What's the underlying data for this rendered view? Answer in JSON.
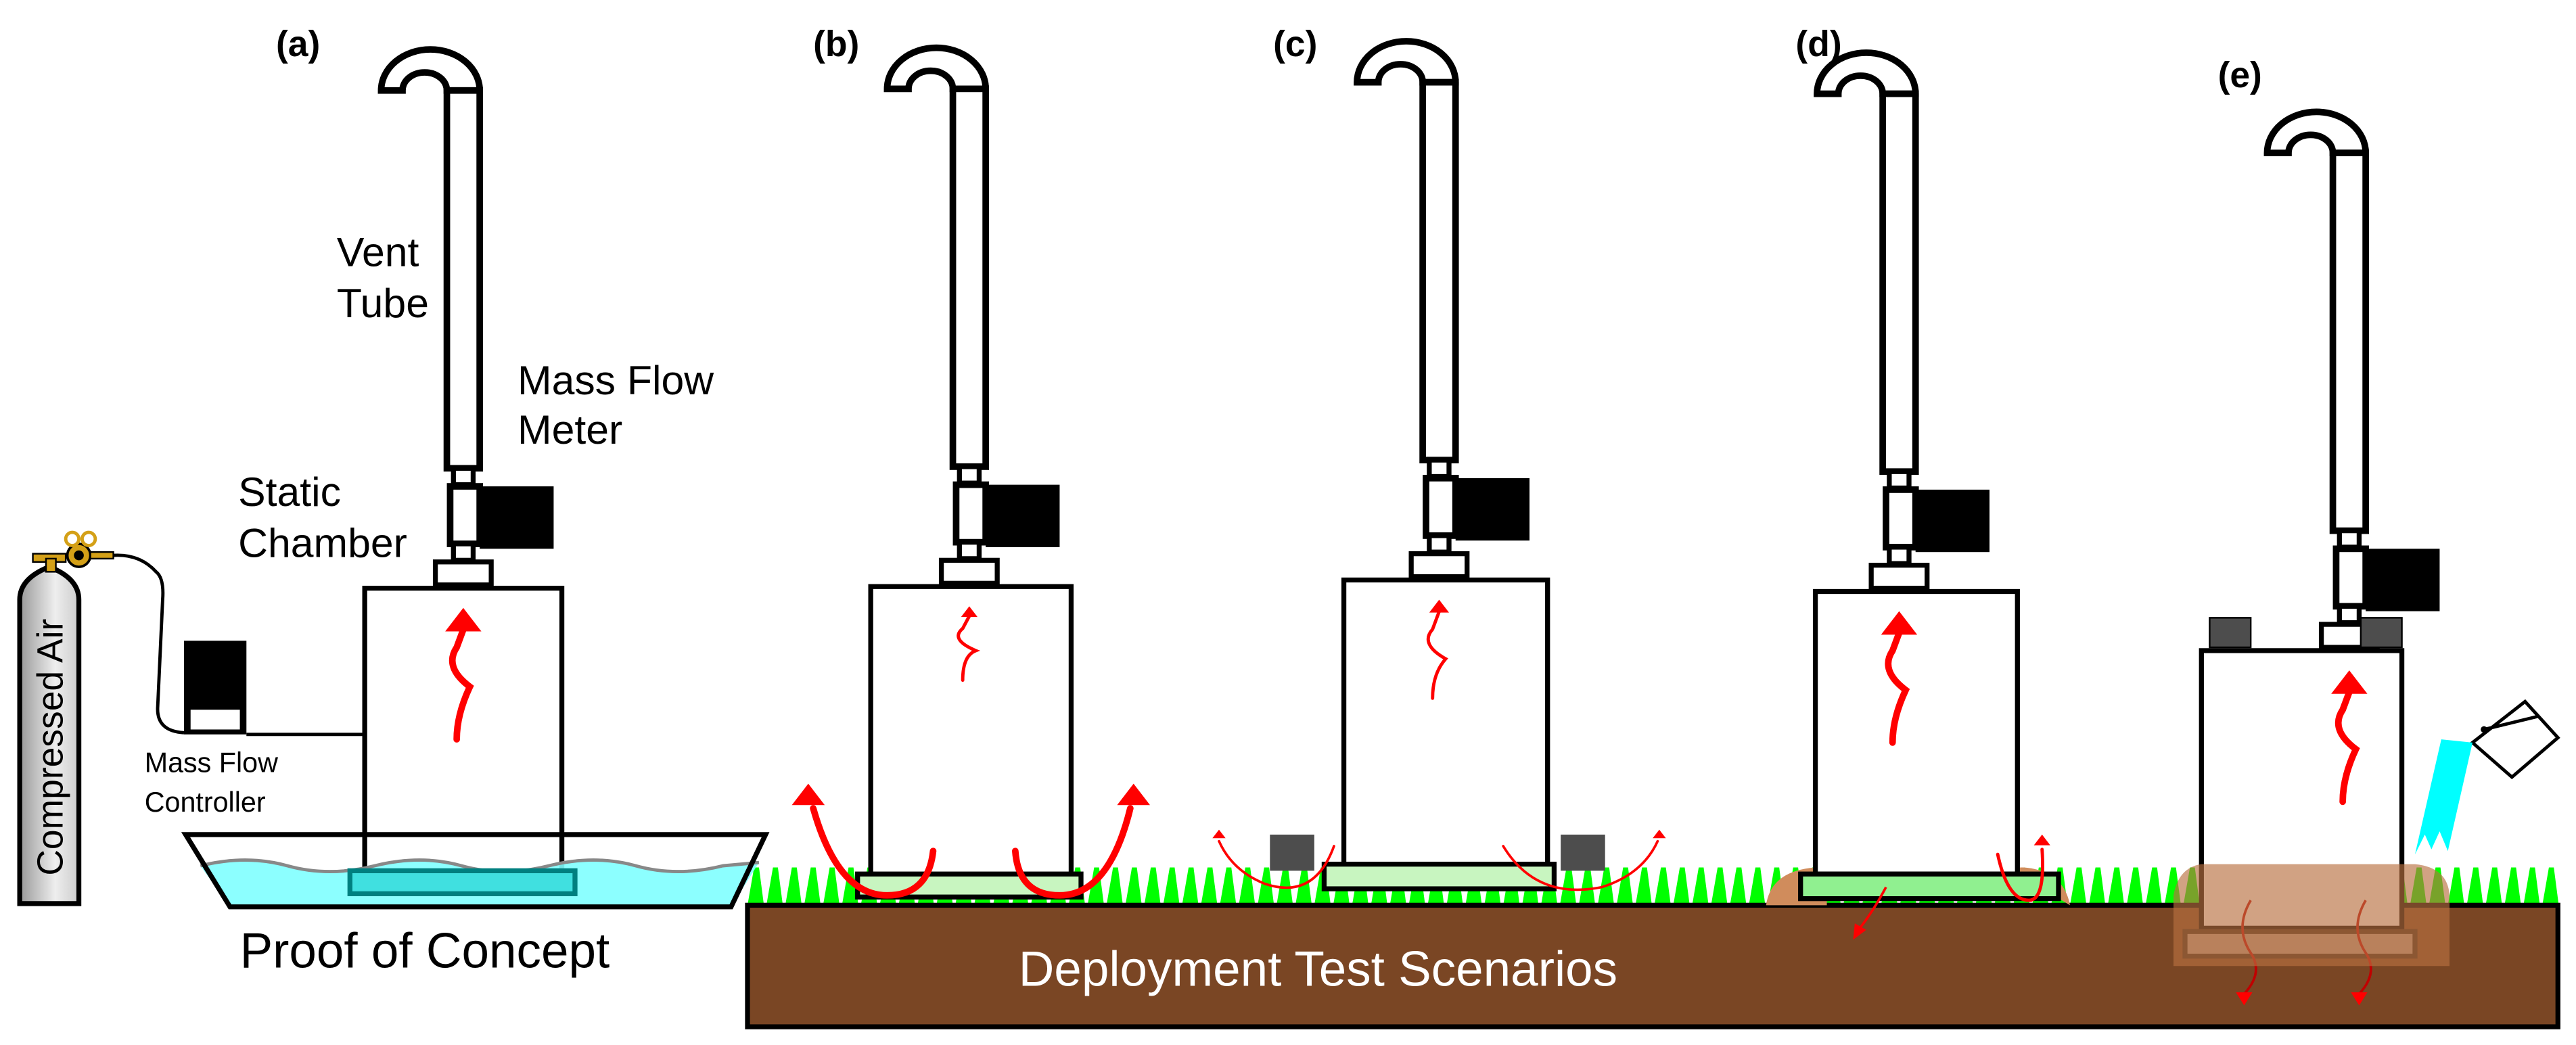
{
  "panels": [
    {
      "label": "(a)"
    },
    {
      "label": "(b)"
    },
    {
      "label": "(c)"
    },
    {
      "label": "(d)"
    },
    {
      "label": "(e)"
    }
  ],
  "annotations": {
    "vent_tube_line1": "Vent",
    "vent_tube_line2": "Tube",
    "mass_flow_meter_line1": "Mass Flow",
    "mass_flow_meter_line2": "Meter",
    "static_chamber_line1": "Static",
    "static_chamber_line2": "Chamber",
    "mass_flow_controller_line1": "Mass Flow",
    "mass_flow_controller_line2": "Controller",
    "cylinder": "Compressed Air"
  },
  "captions": {
    "proof": "Proof of Concept",
    "deployment": "Deployment Test Scenarios"
  },
  "colors": {
    "arrow": "#ff0000",
    "grass": "#00ff00",
    "soil": "#7a4624",
    "mound": "#d08c5c",
    "water": "#80ffff",
    "pour": "#00ffff",
    "regulator": "#d4a017"
  }
}
